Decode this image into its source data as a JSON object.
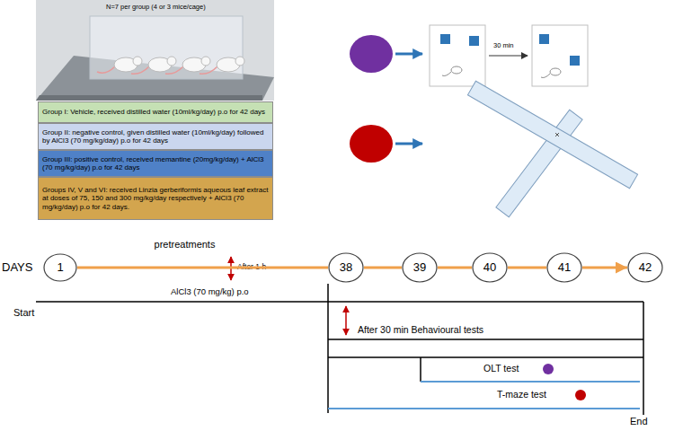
{
  "diagram": {
    "nodes": [
      {
        "text": [
          "Group I: Vehicle, received distilled water (10ml/kg/day) p.o for 42 days"
        ]
      },
      {
        "text": [
          "Group II: negative control, given distilled water (10ml/kg/day) followed by AlCl3 (70 mg/kg/day) p.o for 42 days"
        ]
      },
      {
        "text": [
          "Group III: positive control, received memantine (20mg/kg/day) + AlCl3 (70 mg/kg/day) p.o for 42 days"
        ]
      },
      {
        "text": [
          "Groups IV, V and VI: received Linzia gerberiformis aqueous leaf extract at doses of 75, 150 and 300 mg/kg/day respectively + AlCl3 (70 mg/kg/day) p.o for 42 days."
        ]
      },
      {
        "text": [
          "1"
        ]
      },
      {
        "text": [
          "38"
        ]
      },
      {
        "text": [
          "39"
        ]
      },
      {
        "text": [
          "40"
        ]
      },
      {
        "text": [
          "41"
        ]
      },
      {
        "text": [
          "42"
        ]
      }
    ],
    "edges": [
      {
        "from": 4,
        "to": 5,
        "arrow": "none",
        "label": "pretreatments"
      },
      {
        "from": 5,
        "to": 6,
        "arrow": "none"
      },
      {
        "from": 6,
        "to": 7,
        "arrow": "none"
      },
      {
        "from": 7,
        "to": 8,
        "arrow": "none"
      },
      {
        "from": 8,
        "to": 9,
        "arrow": "to"
      }
    ],
    "labels": [
      "N=7 per group (4 or 3 mice/cage)",
      "30 min",
      "DAYS",
      "After 1 h",
      "AlCl3 (70 mg/kg) p.o",
      "Start",
      "After 30 min Behavioural tests",
      "End"
    ],
    "legend": [
      {
        "text": "OLT test",
        "color": "#7030a0"
      },
      {
        "text": "T-maze test",
        "color": "#c00000"
      }
    ]
  }
}
